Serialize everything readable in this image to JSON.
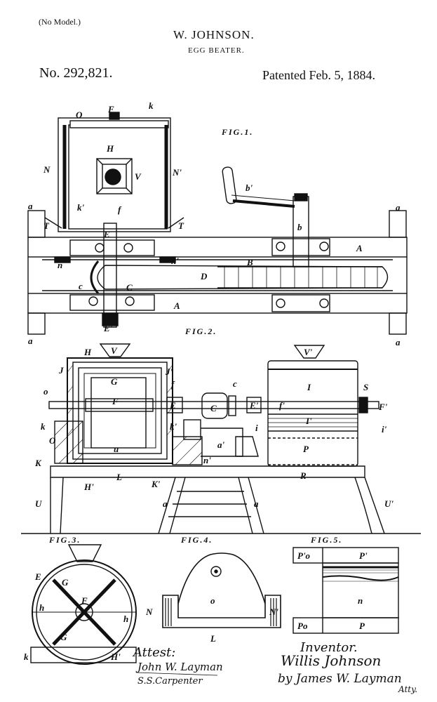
{
  "header": {
    "model_note": "(No Model.)",
    "inventor_name": "W. JOHNSON.",
    "title": "EGG BEATER.",
    "patent_number": "No. 292,821.",
    "patent_date": "Patented Feb. 5, 1884."
  },
  "figures": {
    "fig1": "FIG.1.",
    "fig2": "FIG.2.",
    "fig3": "FIG.3.",
    "fig4": "FIG.4.",
    "fig5": "FIG.5."
  },
  "fig1_labels": [
    "O",
    "F",
    "k",
    "H",
    "V",
    "N",
    "N'",
    "b'",
    "a",
    "a",
    "k'",
    "f",
    "T",
    "T",
    "E",
    "b",
    "A",
    "n",
    "n'",
    "B",
    "D",
    "c",
    "C",
    "A",
    "a",
    "a",
    "E'"
  ],
  "fig2_labels": [
    "H",
    "V",
    "V'",
    "J",
    "J'",
    "G",
    "f",
    "C",
    "c",
    "E",
    "E'",
    "f'",
    "I",
    "S",
    "F",
    "F'",
    "o",
    "k",
    "k'",
    "I'",
    "i",
    "i'",
    "O",
    "a'",
    "P",
    "K",
    "n'",
    "u",
    "H'",
    "L",
    "K'",
    "R",
    "U",
    "a",
    "a",
    "U'"
  ],
  "fig3_labels": [
    "E",
    "G",
    "F",
    "h",
    "h",
    "G",
    "k",
    "H'"
  ],
  "fig4_labels": [
    "o",
    "N",
    "N'",
    "L"
  ],
  "fig5_labels": [
    "P'o",
    "P'",
    "n",
    "Po",
    "P"
  ],
  "signatures": {
    "attest_label": "Attest:",
    "witness1": "John W. Layman",
    "witness2": "S.S.Carpenter",
    "inventor_label": "Inventor.",
    "inventor_sig": "Willis Johnson",
    "attorney": "by James W. Layman",
    "attorney_suffix": "Atty."
  }
}
